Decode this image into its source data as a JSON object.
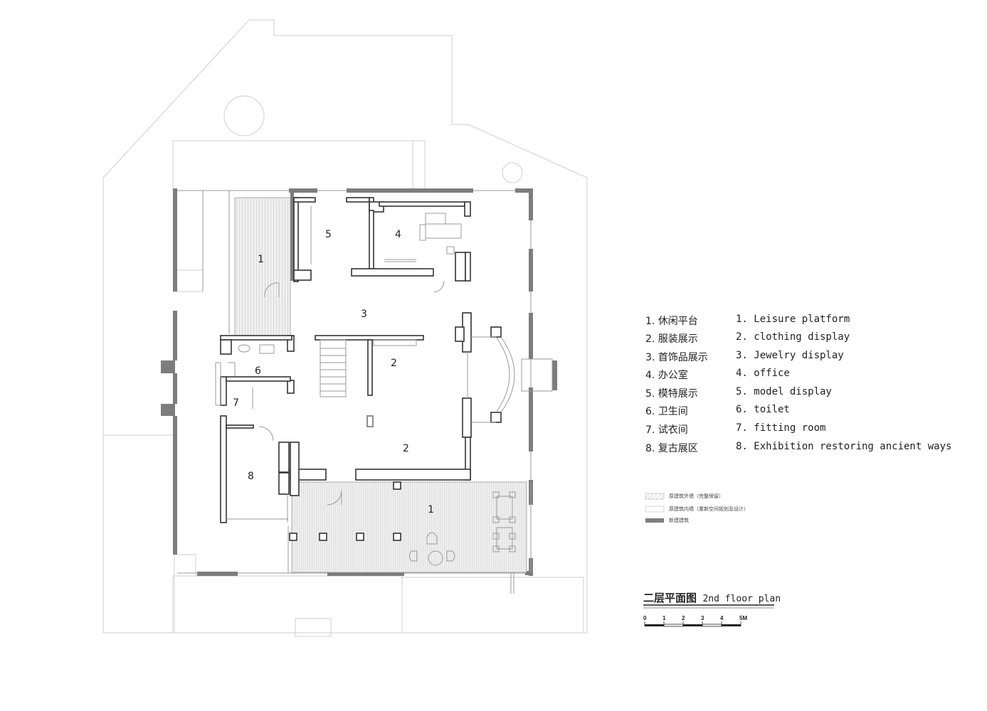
{
  "legend": {
    "zh": [
      "1. 休闲平台",
      "2. 服装展示",
      "3. 首饰品展示",
      "4. 办公室",
      "5. 模特展示",
      "6. 卫生间",
      "7. 试衣间",
      "8. 复古展区"
    ],
    "en": [
      "1. Leisure platform",
      "2. clothing display",
      "3. Jewelry display",
      "4. office",
      "5. model display",
      "6. toilet",
      "7. fitting room",
      "8. Exhibition restoring ancient ways"
    ]
  },
  "key": {
    "existing_outer": "原建筑外墙（完整保留）",
    "existing_inner": "原建筑内墙（重新空间规划及设计）",
    "new_build": "新建建筑"
  },
  "title": {
    "zh": "二层平面图",
    "en": "2nd floor plan"
  },
  "scale": {
    "labels": [
      "0",
      "1",
      "2",
      "3",
      "4",
      "5M"
    ]
  },
  "rooms": {
    "r1a": "1",
    "r5": "5",
    "r4": "4",
    "r3": "3",
    "r2a": "2",
    "r6": "6",
    "r7": "7",
    "r2b": "2",
    "r8": "8",
    "r1b": "1"
  },
  "colors": {
    "new_wall": "#7d7d7d",
    "old_wall": "#333333",
    "site_line": "#cfcfcf"
  }
}
